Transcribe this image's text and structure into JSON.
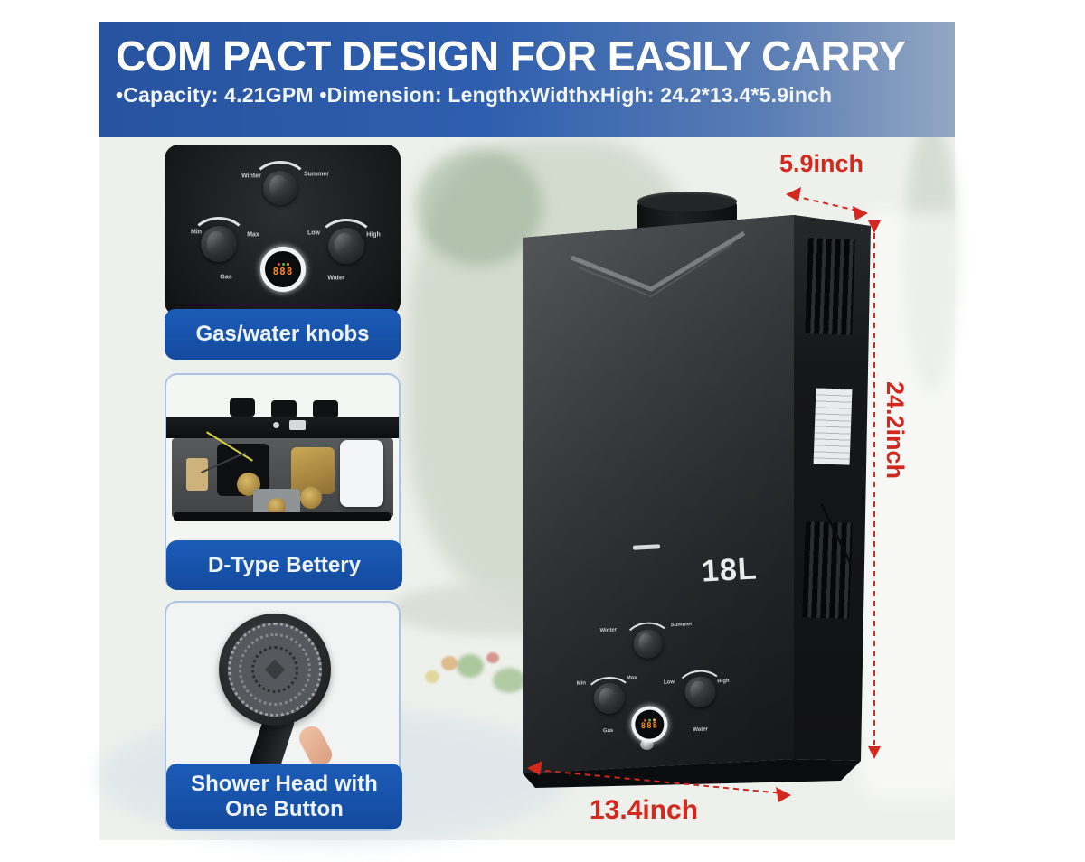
{
  "banner": {
    "title": "COM PACT DESIGN FOR EASILY CARRY",
    "subtitle": "•Capacity: 4.21GPM •Dimension: LengthxWidthxHigh: 24.2*13.4*5.9inch"
  },
  "features": [
    {
      "label": "Gas/water knobs"
    },
    {
      "label": "D-Type Bettery"
    },
    {
      "label_line1": "Shower Head with",
      "label_line2": "One Button"
    }
  ],
  "knob_labels": {
    "winter": "Winter",
    "summer": "Summer",
    "min": "Min",
    "max": "Max",
    "low": "Low",
    "high": "High",
    "gas": "Gas",
    "water": "Water"
  },
  "display": {
    "digits": "888"
  },
  "product": {
    "volume": "18L"
  },
  "dimensions": {
    "depth": "5.9inch",
    "height": "24.2inch",
    "width": "13.4inch"
  },
  "colors": {
    "banner_blue": "#2c5aa8",
    "label_bar_blue": "#1652ab",
    "dimension_red": "#d3281e"
  }
}
